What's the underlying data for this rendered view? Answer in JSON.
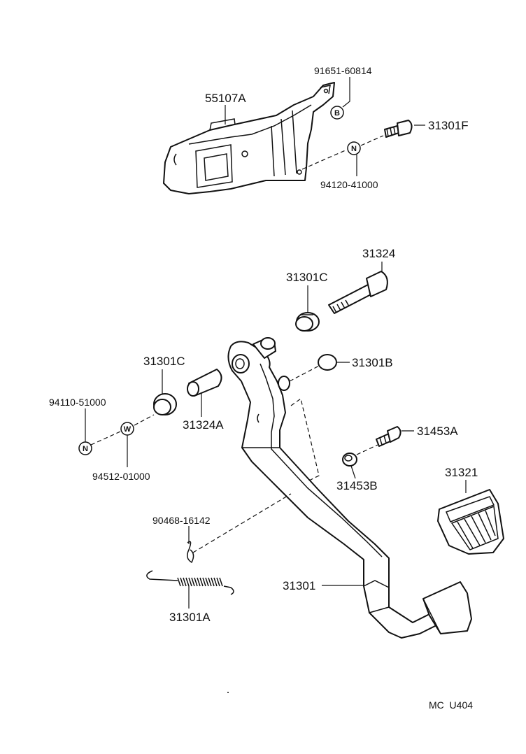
{
  "labels": {
    "p91651": "91651-60814",
    "p55107A": "55107A",
    "p31301F": "31301F",
    "p94120": "94120-41000",
    "p31324": "31324",
    "p31301C_top": "31301C",
    "p31301C_left": "31301C",
    "p31301B": "31301B",
    "p94110": "94110-51000",
    "p31324A": "31324A",
    "p94512": "94512-01000",
    "p31453A": "31453A",
    "p31453B": "31453B",
    "p31321": "31321",
    "p90468": "90468-16142",
    "p31301": "31301",
    "p31301A": "31301A"
  },
  "markers": {
    "b": "B",
    "n_top": "N",
    "n_left": "N",
    "w": "W"
  },
  "footer": {
    "code": "MC  U404"
  }
}
